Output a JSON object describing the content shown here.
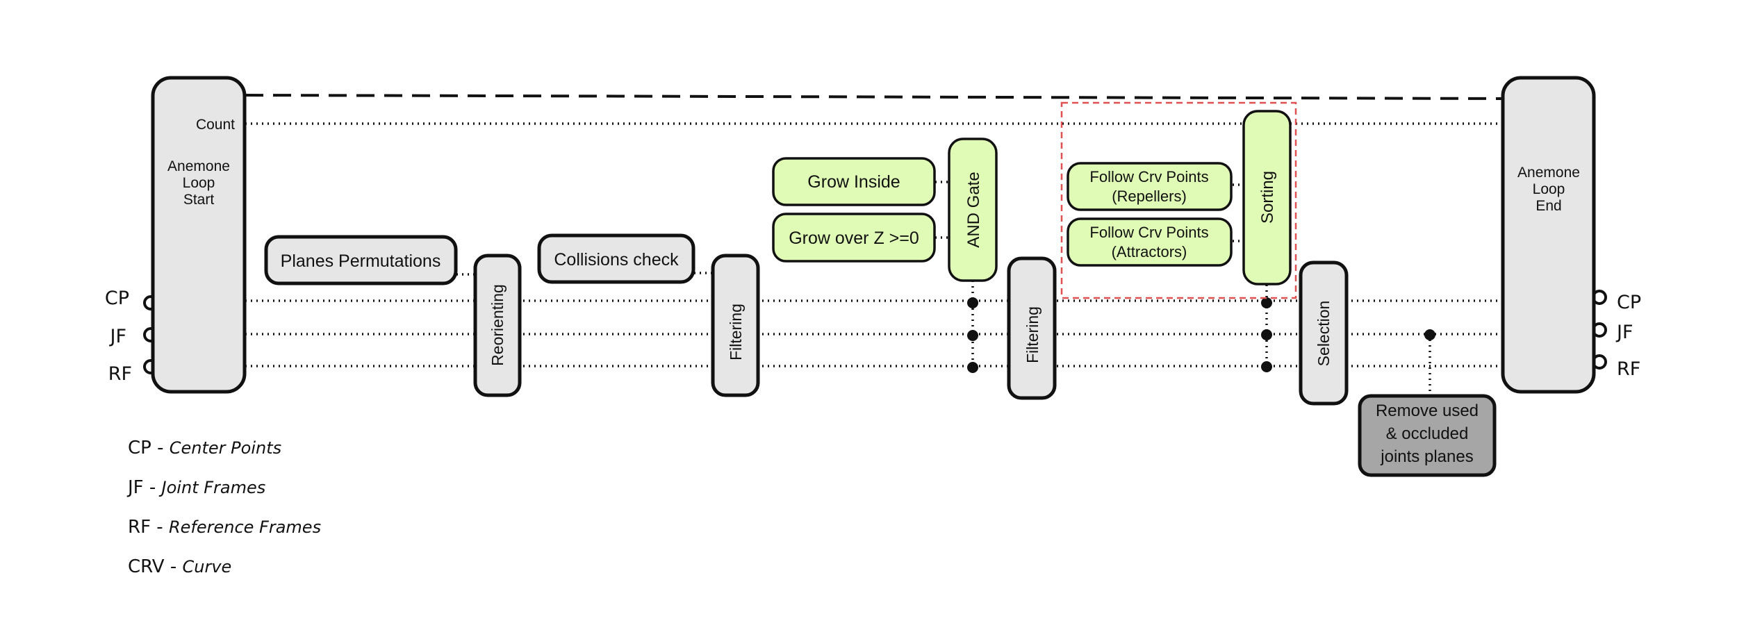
{
  "loop_start": {
    "count_label": "Count",
    "title": [
      "Anemone",
      "Loop",
      "Start"
    ]
  },
  "loop_end": {
    "title": [
      "Anemone",
      "Loop",
      "End"
    ]
  },
  "ports_left": [
    "CP",
    "JF",
    "RF"
  ],
  "ports_right": [
    "CP",
    "JF",
    "RF"
  ],
  "nodes": {
    "planes_permutations": "Planes Permutations",
    "reorienting": "Reorienting",
    "collisions_check": "Collisions check",
    "filtering_1": "Filtering",
    "grow_inside": "Grow Inside",
    "grow_over_z": "Grow over Z >=0",
    "and_gate": "AND Gate",
    "filtering_2": "Filtering",
    "follow_repellers": [
      "Follow Crv Points",
      "(Repellers)"
    ],
    "follow_attractors": [
      "Follow Crv Points",
      "(Attractors)"
    ],
    "sorting": "Sorting",
    "selection": "Selection",
    "remove_used": [
      "Remove used",
      "& occluded",
      "joints planes"
    ]
  },
  "legend": [
    {
      "abbr": "CP",
      "sep": " - ",
      "meaning": "Center Points"
    },
    {
      "abbr": "JF",
      "sep": " - ",
      "meaning": "Joint Frames"
    },
    {
      "abbr": "RF",
      "sep": " - ",
      "meaning": "Reference Frames"
    },
    {
      "abbr": "CRV",
      "sep": " - ",
      "meaning": "Curve"
    }
  ],
  "colors": {
    "grey_fill": "#e6e6e6",
    "green_fill": "#e0fbb6",
    "dark_fill": "#a6a6a6",
    "outline": "#111111",
    "highlight_dash": "#e05050"
  }
}
